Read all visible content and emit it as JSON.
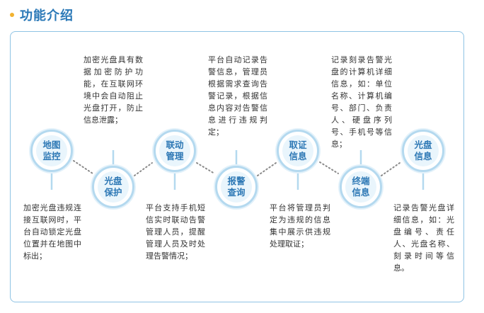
{
  "section": {
    "title": "功能介绍"
  },
  "nodes": [
    {
      "label": "地图\n监控",
      "desc": "加密光盘违规连接互联网时，平台自动锁定光盘位置并在地图中标出；"
    },
    {
      "label": "光盘\n保护",
      "desc": "加密光盘具有数据加密防护功能，在互联网环境中会自动阻止光盘打开，防止信息泄露；"
    },
    {
      "label": "联动\n管理",
      "desc": "平台支持手机短信实时联动告警管理人员，提醒管理人员及时处理告警情况；"
    },
    {
      "label": "报警\n查询",
      "desc": "平台自动记录告警信息，管理员根据需求查询告警记录，根据信息内容对告警信息进行违规判定；"
    },
    {
      "label": "取证\n信息",
      "desc": "平台将管理员判定为违规的信息集中展示供违规处理取证；"
    },
    {
      "label": "终端\n信息",
      "desc": "记录刻录告警光盘的计算机详细信息，如：单位名称、计算机编号、部门、负责人、硬盘序列号、手机号等信息；"
    },
    {
      "label": "光盘\n信息",
      "desc": "记录告警光盘详细信息，如：光盘编号、责任人、光盘名称、刻录时间等信息。"
    }
  ],
  "colors": {
    "accent": "#2d78b5",
    "border": "#8fc3e4",
    "bullet": "#f2b230"
  }
}
